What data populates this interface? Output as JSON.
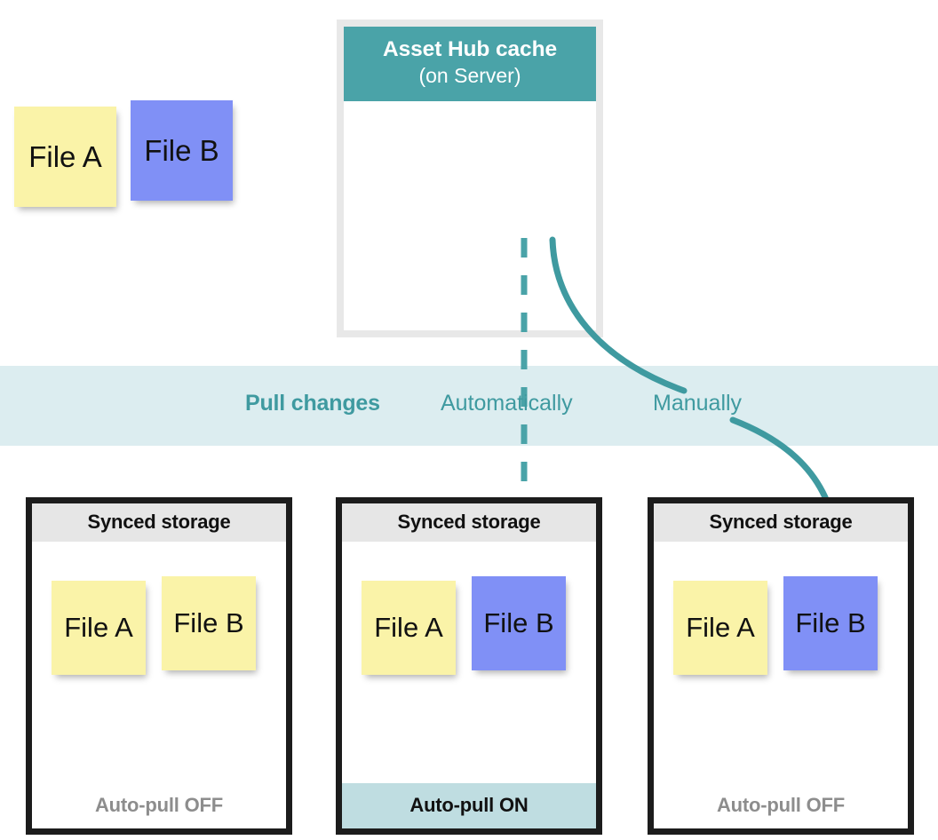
{
  "diagram": {
    "colors": {
      "teal": "#4aa3a8",
      "teal_text": "#3f9aa0",
      "band_bg": "#dcedf0",
      "note_yellow": "#faf3a8",
      "note_blue": "#8090f6",
      "header_gray": "#e6e6e6",
      "box_border_gray": "#e8e8e8",
      "box_border_black": "#1c1c1c",
      "footer_off_text": "#8d8d8d",
      "footer_on_bg": "#bfdde1"
    }
  },
  "cache": {
    "title": "Asset Hub cache",
    "subtitle": "(on Server)",
    "notes": [
      {
        "label": "File A",
        "color": "yellow"
      },
      {
        "label": "File B",
        "color": "blue"
      }
    ]
  },
  "band": {
    "title": "Pull changes",
    "automatic_label": "Automatically",
    "manual_label": "Manually"
  },
  "arrows": [
    {
      "name": "automatic-arrow",
      "style": "dashed",
      "from": "cache-file-b",
      "to": "store-2-file-b"
    },
    {
      "name": "manual-arrow",
      "style": "solid-curved",
      "from": "cache-file-b",
      "to": "store-3-file-b"
    }
  ],
  "stores": [
    {
      "header": "Synced storage",
      "notes": [
        {
          "label": "File A",
          "color": "yellow"
        },
        {
          "label": "File B",
          "color": "yellow"
        }
      ],
      "footer": "Auto-pull OFF",
      "autopull": "off"
    },
    {
      "header": "Synced storage",
      "notes": [
        {
          "label": "File A",
          "color": "yellow"
        },
        {
          "label": "File B",
          "color": "blue"
        }
      ],
      "footer": "Auto-pull ON",
      "autopull": "on"
    },
    {
      "header": "Synced storage",
      "notes": [
        {
          "label": "File A",
          "color": "yellow"
        },
        {
          "label": "File B",
          "color": "blue"
        }
      ],
      "footer": "Auto-pull OFF",
      "autopull": "off"
    }
  ]
}
